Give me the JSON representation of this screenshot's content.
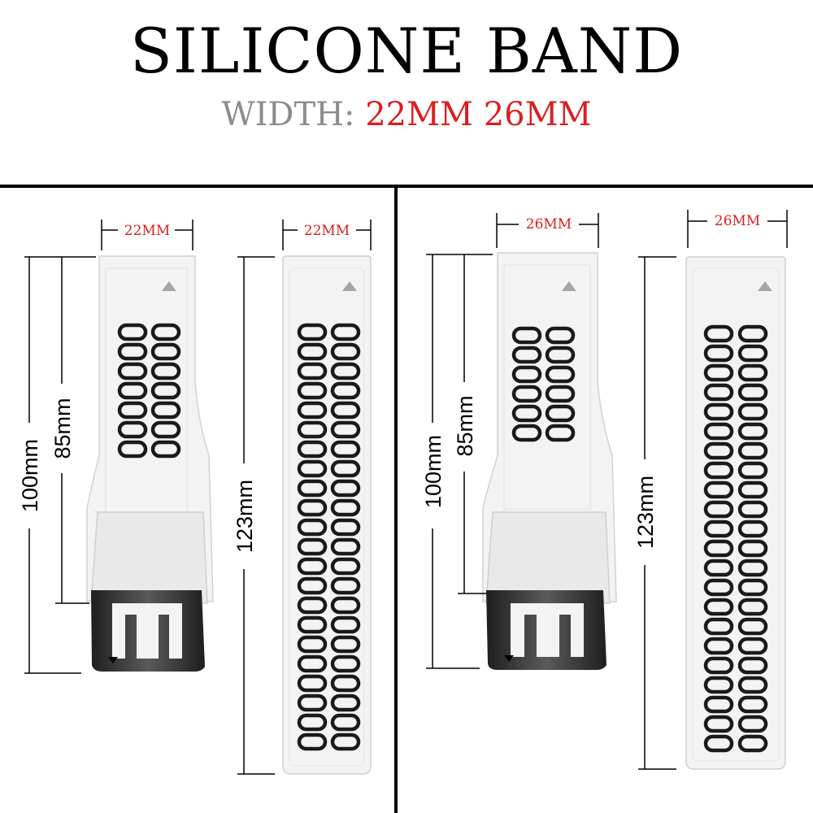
{
  "title": "SILICONE BAND",
  "subtitle": {
    "label": "WIDTH:",
    "values": "22MM 26MM"
  },
  "colors": {
    "accent": "#d91f1f",
    "label_gray": "#8c8c8c",
    "band": "#f2f2f2",
    "holes": "#1a1a1a",
    "buckle": "#2e2e2e"
  },
  "panels": [
    {
      "short_strap": {
        "width": "22MM",
        "total": "100mm",
        "inner": "85mm"
      },
      "long_strap": {
        "width": "22MM",
        "length": "123mm"
      }
    },
    {
      "short_strap": {
        "width": "26MM",
        "total": "100mm",
        "inner": "85mm"
      },
      "long_strap": {
        "width": "26MM",
        "length": "123mm"
      }
    }
  ]
}
